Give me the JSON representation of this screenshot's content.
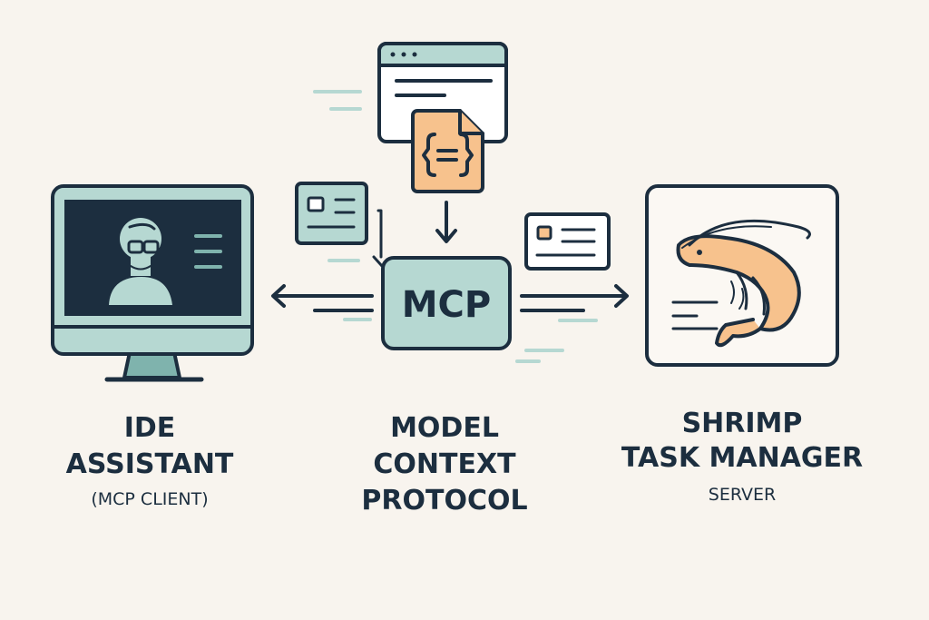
{
  "colors": {
    "background": "#f8f4ee",
    "ink": "#1c2e3f",
    "teal": "#b6d8d2",
    "orange": "#f7c28d"
  },
  "client": {
    "line1": "IDE",
    "line2": "ASSISTANT",
    "line3": "(MCP CLIENT)"
  },
  "protocol": {
    "badge": "MCP",
    "line1": "MODEL",
    "line2": "CONTEXT",
    "line3": "PROTOCOL"
  },
  "server": {
    "line1": "SHRIMP",
    "line2": "TASK MANAGER",
    "line3": "SERVER"
  },
  "icons": [
    "monitor-user-icon",
    "browser-window-icon",
    "json-file-icon",
    "card-icon",
    "shrimp-icon",
    "arrow-left-icon",
    "arrow-right-icon",
    "arrow-down-icon"
  ]
}
